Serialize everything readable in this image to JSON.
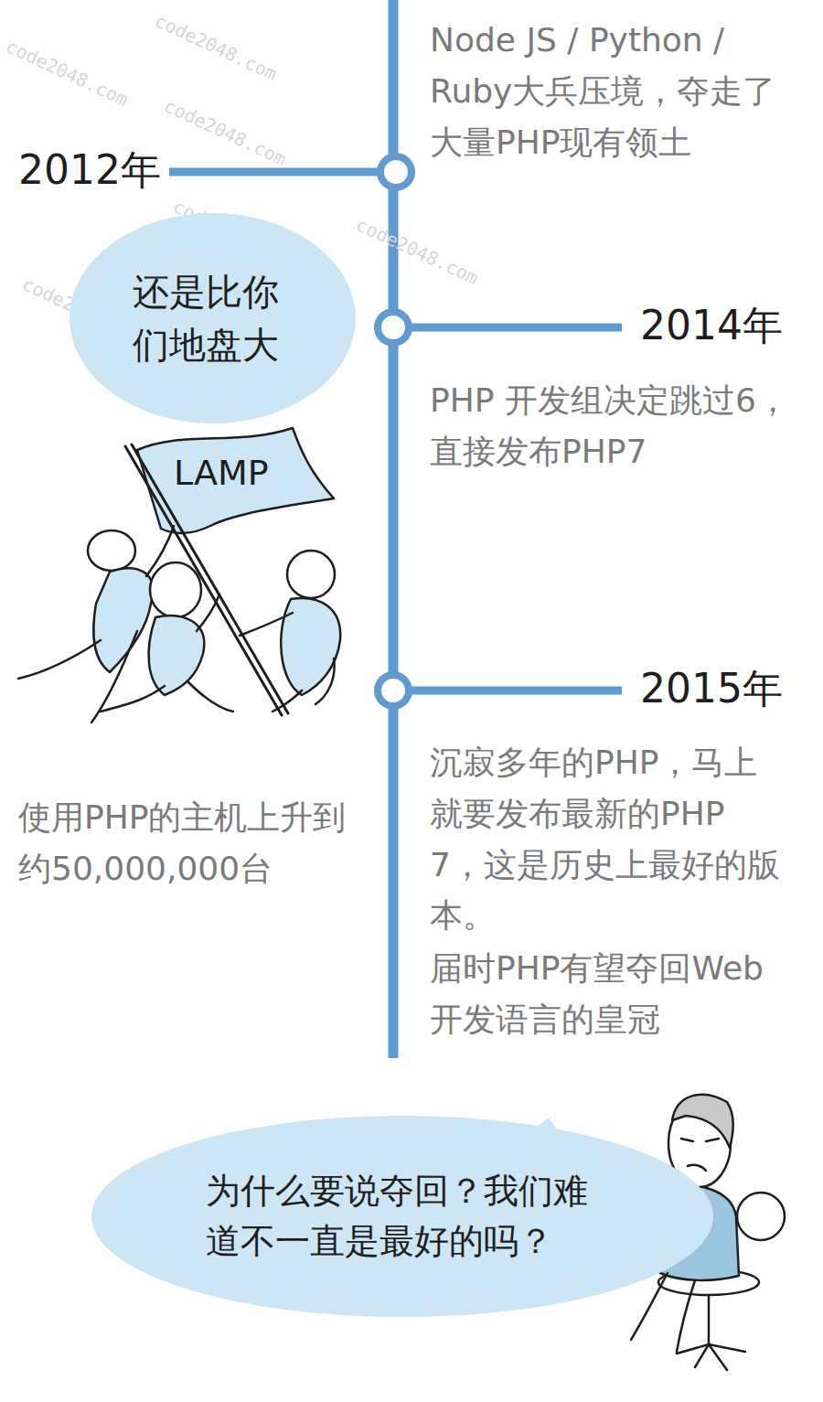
{
  "diagram": {
    "nodes": [
      {
        "text": [
          "还是比你们地盘大"
        ]
      },
      {
        "text": [
          "为什么要说夺回？我们难道不一直是最好的吗？"
        ]
      }
    ],
    "labels": [
      "Node JS / Python / Ruby大兵压境，夺走了大量PHP现有领土",
      "2012年",
      "2014年",
      "PHP 开发组决定跳过6，直接发布PHP7",
      "LAMP",
      "2015年",
      "沉寂多年的PHP，马上就要发布最新的PHP 7，这是历史上最好的版本。",
      "届时PHP有望夺回Web开发语言的皇冠",
      "使用PHP的主机上升到约50,000,000台",
      "code2048.com",
      "code2048.com",
      "code2048.com",
      "code2048.com",
      "code2048.com",
      "code2048.com"
    ]
  }
}
